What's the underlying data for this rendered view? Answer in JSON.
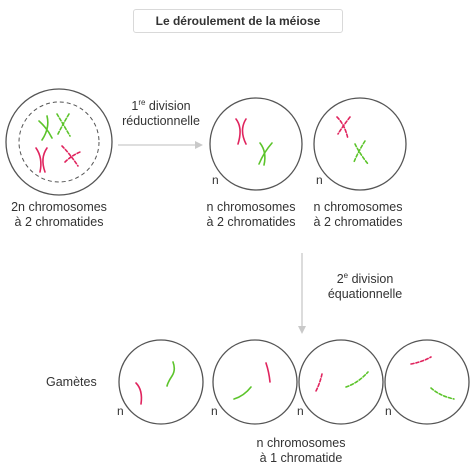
{
  "title": "Le déroulement de la méiose",
  "cell_mother_label": {
    "line1": "2n chromosomes",
    "line2": "à 2 chromatides"
  },
  "division1": {
    "sup": "re",
    "prefix": "1",
    "word": " division",
    "line2": "réductionnelle"
  },
  "cell_daughter_label": {
    "line1": "n chromosomes",
    "line2": "à 2 chromatides"
  },
  "division2": {
    "sup": "e",
    "prefix": "2",
    "word": " division",
    "line2": "équationnelle"
  },
  "gametes_label": "Gamètes",
  "gametes_bottom_label": {
    "line1": "n chromosomes",
    "line2": "à 1 chromatide"
  },
  "ploidy_symbol": "n",
  "colors": {
    "red": "#e0245e",
    "green": "#5cc42b",
    "circle": "#555555",
    "arrow": "#c9c9c9"
  }
}
